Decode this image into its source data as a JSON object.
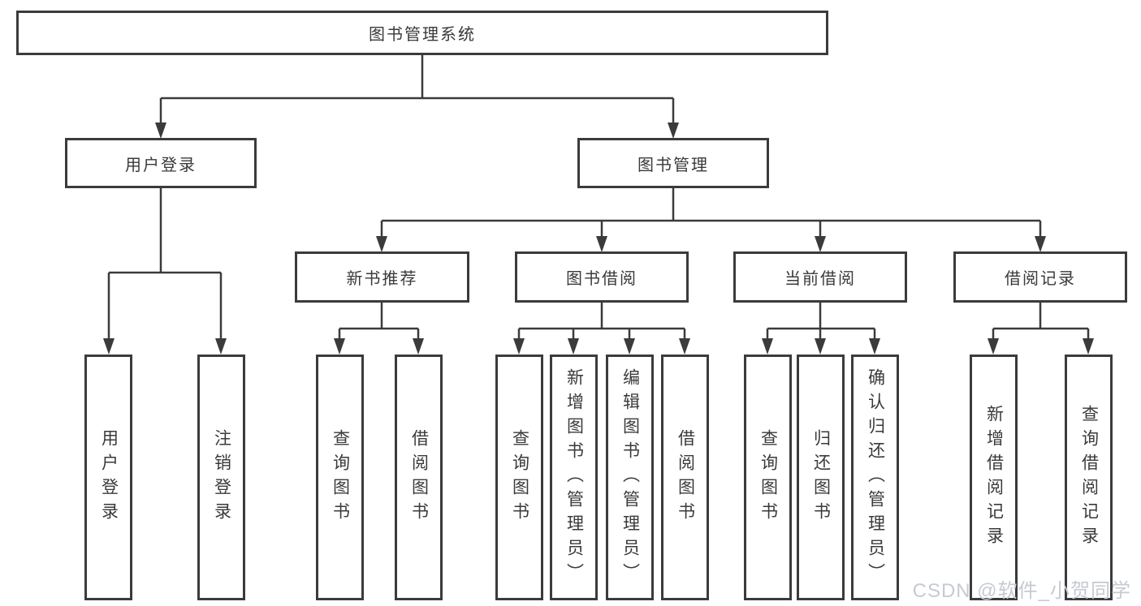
{
  "tree": {
    "label": "图书管理系统",
    "children": [
      {
        "label": "用户登录",
        "children": [
          {
            "label": "用户登录"
          },
          {
            "label": "注销登录"
          }
        ]
      },
      {
        "label": "图书管理",
        "children": [
          {
            "label": "新书推荐",
            "children": [
              {
                "label": "查询图书"
              },
              {
                "label": "借阅图书"
              }
            ]
          },
          {
            "label": "图书借阅",
            "children": [
              {
                "label": "查询图书"
              },
              {
                "label": "新增图书（管理员）"
              },
              {
                "label": "编辑图书（管理员）"
              },
              {
                "label": "借阅图书"
              }
            ]
          },
          {
            "label": "当前借阅",
            "children": [
              {
                "label": "查询图书"
              },
              {
                "label": "归还图书"
              },
              {
                "label": "确认归还（管理员）"
              }
            ]
          },
          {
            "label": "借阅记录",
            "children": [
              {
                "label": "新增借阅记录"
              },
              {
                "label": "查询借阅记录"
              }
            ]
          }
        ]
      }
    ]
  },
  "watermark": {
    "text": "CSDN @软件_小贺同学",
    "color": "#c6cad2"
  },
  "colors": {
    "line": "#3b3b3b",
    "text": "#3a3a3a",
    "background": "#ffffff"
  }
}
